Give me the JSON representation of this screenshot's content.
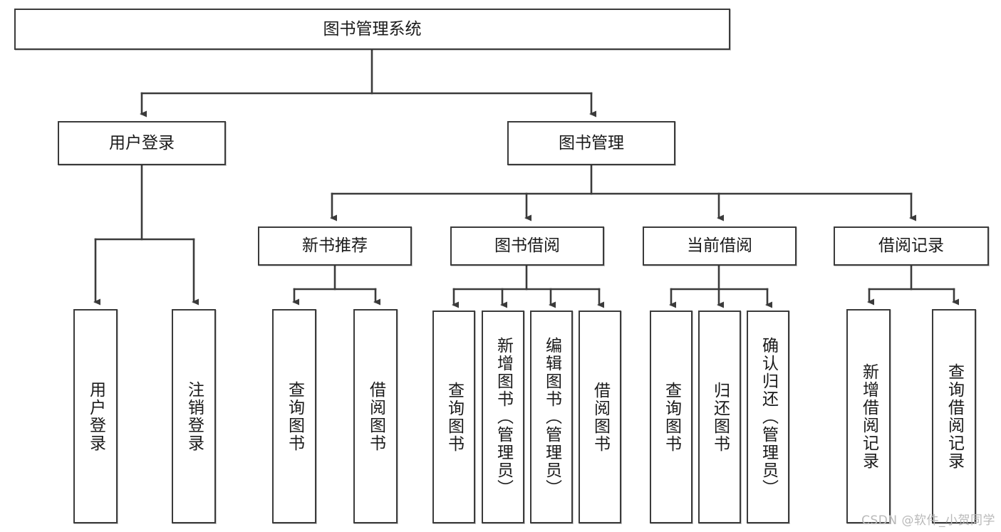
{
  "diagram": {
    "title": "图书管理系统",
    "type": "tree",
    "watermark": "CSDN @软件_小贺同学",
    "colors": {
      "box_border": "#3b3b3b",
      "box_fill": "#ffffff",
      "edge": "#3b3b3b",
      "text": "#1a1a1a",
      "watermark": "#b9b9b9"
    },
    "levels": {
      "root": {
        "label": "图书管理系统"
      },
      "level2": [
        {
          "label": "用户登录"
        },
        {
          "label": "图书管理"
        }
      ],
      "level3": [
        {
          "label": "新书推荐"
        },
        {
          "label": "图书借阅"
        },
        {
          "label": "当前借阅"
        },
        {
          "label": "借阅记录"
        }
      ],
      "leaves": {
        "user_login": [
          {
            "label": "用户登录"
          },
          {
            "label": "注销登录"
          }
        ],
        "new_book_recommend": [
          {
            "label": "查询图书"
          },
          {
            "label": "借阅图书"
          }
        ],
        "book_borrow": [
          {
            "label": "查询图书"
          },
          {
            "label": "新增图书（管理员）"
          },
          {
            "label": "编辑图书（管理员）"
          },
          {
            "label": "借阅图书"
          }
        ],
        "current_borrow": [
          {
            "label": "查询图书"
          },
          {
            "label": "归还图书"
          },
          {
            "label": "确认归还（管理员）"
          }
        ],
        "borrow_record": [
          {
            "label": "新增借阅记录"
          },
          {
            "label": "查询借阅记录"
          }
        ]
      }
    }
  }
}
